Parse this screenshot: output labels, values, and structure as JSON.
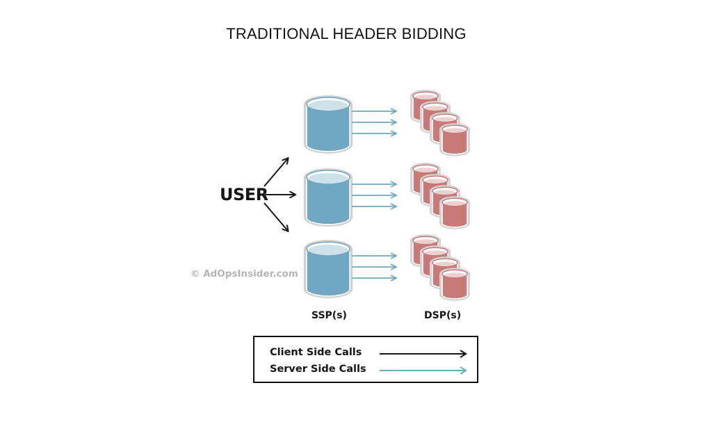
{
  "title": "TRADITIONAL HEADER BIDDING",
  "user_label": "USER",
  "watermark": "© AdOpsInsider.com",
  "ssp_label": "SSP(s)",
  "dsp_label": "DSP(s)",
  "legend": {
    "client_side": "Client Side Calls",
    "server_side": "Server Side Calls"
  },
  "colors": {
    "ssp_fill": "#6fa8c0",
    "dsp_fill": "#c77a78",
    "server_arrow": "#6fa8c0",
    "client_arrow": "#151515"
  },
  "groups": [
    {
      "ssp": "ssp-1",
      "dsp_count": 4
    },
    {
      "ssp": "ssp-2",
      "dsp_count": 4
    },
    {
      "ssp": "ssp-3",
      "dsp_count": 4
    }
  ]
}
